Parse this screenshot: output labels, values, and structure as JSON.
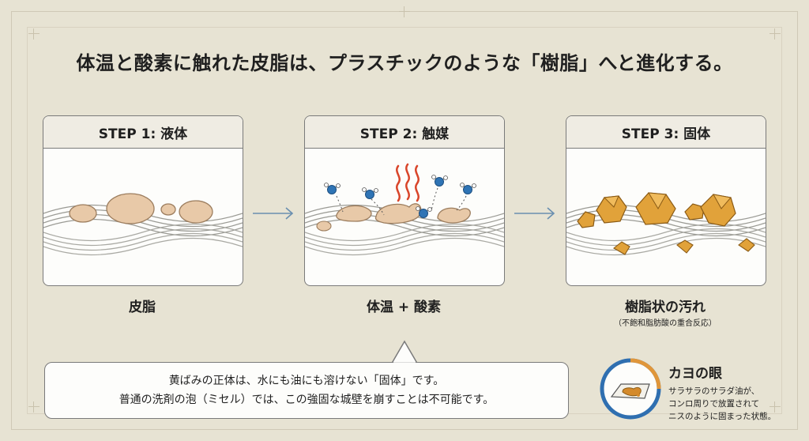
{
  "headline": "体温と酸素に触れた皮脂は、プラスチックのような「樹脂」へと進化する。",
  "steps": [
    {
      "title": "STEP 1: 液体",
      "label": "皮脂",
      "sublabel": ""
    },
    {
      "title": "STEP 2: 触媒",
      "label": "体温 + 酸素",
      "sublabel": ""
    },
    {
      "title": "STEP 3: 固体",
      "label": "樹脂状の汚れ",
      "sublabel": "（不飽和脂肪酸の重合反応）"
    }
  ],
  "bubble": {
    "line1": "黄ばみの正体は、水にも油にも溶けない「固体」です。",
    "line2": "普通の洗剤の泡（ミセル）では、この強固な城壁を崩すことは不可能です。"
  },
  "kayo": {
    "title": "カヨの眼",
    "lines": [
      "サラサラのサラダ油が、",
      "コンロ周りで放置されて",
      "ニスのように固まった状態。"
    ]
  },
  "colors": {
    "background": "#e7e3d3",
    "sebum": "#e8c9a8",
    "heat": "#d9452a",
    "solid": "#e1a23a",
    "molecule": "#2f74b5",
    "ring_blue": "#2f6fb0",
    "ring_orange": "#e0963a"
  }
}
